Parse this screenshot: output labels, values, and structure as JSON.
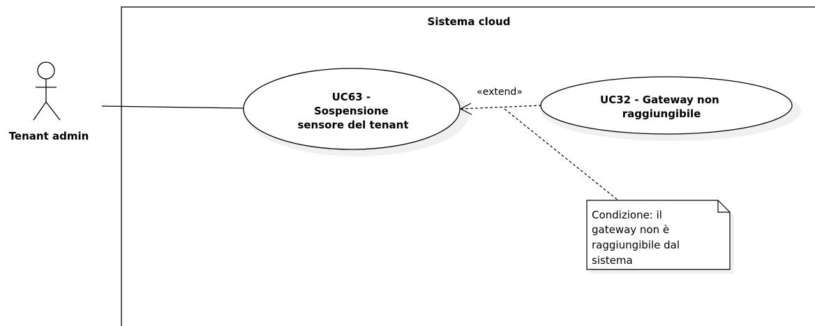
{
  "system": {
    "title": "Sistema cloud"
  },
  "actor": {
    "name": "Tenant admin"
  },
  "use_cases": {
    "uc63": {
      "lines": [
        "UC63 -",
        "Sospensione",
        "sensore del tenant"
      ]
    },
    "uc32": {
      "lines": [
        "UC32 - Gateway non",
        "raggiungibile"
      ]
    }
  },
  "relations": {
    "extend_label": "«extend»"
  },
  "note": {
    "lines": [
      "Condizione: il",
      "gateway non è",
      "raggiungibile dal",
      "sistema"
    ]
  },
  "colors": {
    "stroke": "#000000",
    "fill": "#ffffff",
    "shadow": "#f0f0f0"
  }
}
